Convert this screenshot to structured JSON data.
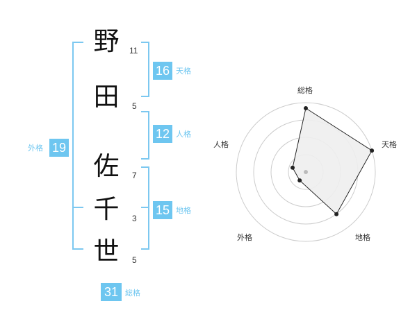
{
  "name_chars": [
    {
      "char": "野",
      "strokes": "11"
    },
    {
      "char": "田",
      "strokes": "5"
    },
    {
      "char": "佐",
      "strokes": "7"
    },
    {
      "char": "千",
      "strokes": "3"
    },
    {
      "char": "世",
      "strokes": "5"
    }
  ],
  "grades": {
    "tenkaku": {
      "value": "16",
      "label": "天格"
    },
    "jinkaku": {
      "value": "12",
      "label": "人格"
    },
    "chikaku": {
      "value": "15",
      "label": "地格"
    },
    "gaikaku": {
      "value": "19",
      "label": "外格"
    },
    "soukaku": {
      "value": "31",
      "label": "総格"
    }
  },
  "radar": {
    "axes": [
      "総格",
      "天格",
      "地格",
      "外格",
      "人格"
    ],
    "levels": 4,
    "values": [
      0.92,
      1.0,
      0.75,
      0.15,
      0.2
    ],
    "fill_color": "#eeeeee",
    "line_color": "#222222",
    "grid_color": "#cccccc",
    "center_color": "#bbbbbb"
  }
}
